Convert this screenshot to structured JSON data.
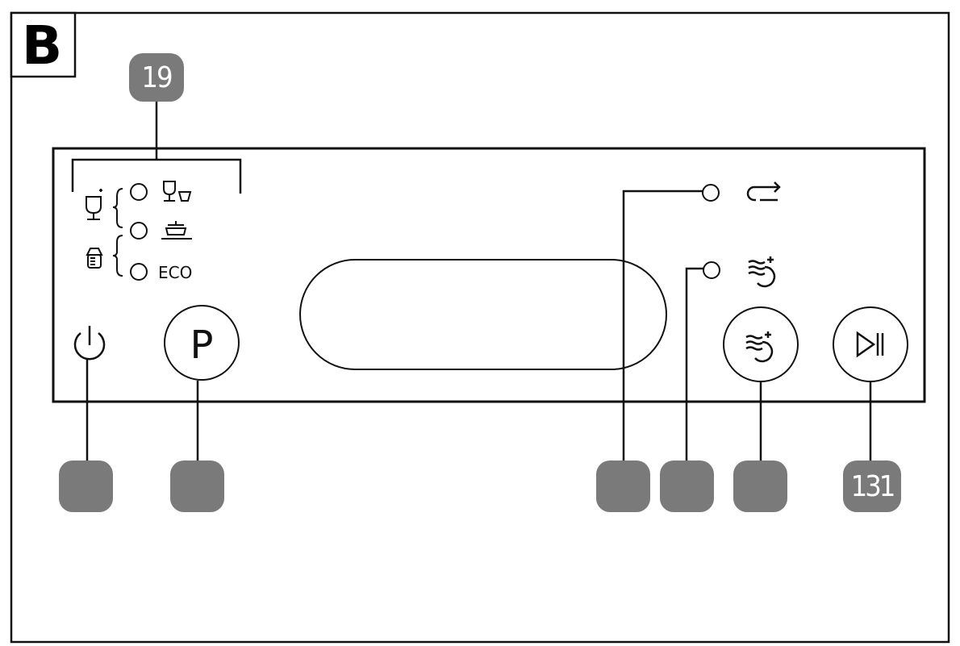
{
  "figure": {
    "section_letter": "B",
    "colors": {
      "stroke": "#111111",
      "badge": "#7a7a7a",
      "badge_text": "#ffffff"
    }
  },
  "callouts": [
    {
      "id": "program-indicators",
      "label": "19"
    },
    {
      "id": "power-button",
      "label": ""
    },
    {
      "id": "program-button",
      "label": ""
    },
    {
      "id": "regeneration-indicator",
      "label": ""
    },
    {
      "id": "extra-dry-indicator",
      "label": ""
    },
    {
      "id": "extra-dry-button",
      "label": ""
    },
    {
      "id": "start-pause-button",
      "label": "131"
    }
  ],
  "panel": {
    "program_labels": {
      "eco": "ECO"
    },
    "buttons": {
      "power_icon": "power-icon",
      "program_label": "P",
      "extra_dry_icon": "extra-dry-icon",
      "start_pause_icon": "play-pause-icon"
    },
    "indicators": {
      "glasses_icon": "glasses-program-icon",
      "pots_icon": "pots-program-icon",
      "regeneration_icon": "regeneration-icon",
      "extra_dry_icon": "extra-dry-icon"
    },
    "display": {
      "text": ""
    }
  }
}
